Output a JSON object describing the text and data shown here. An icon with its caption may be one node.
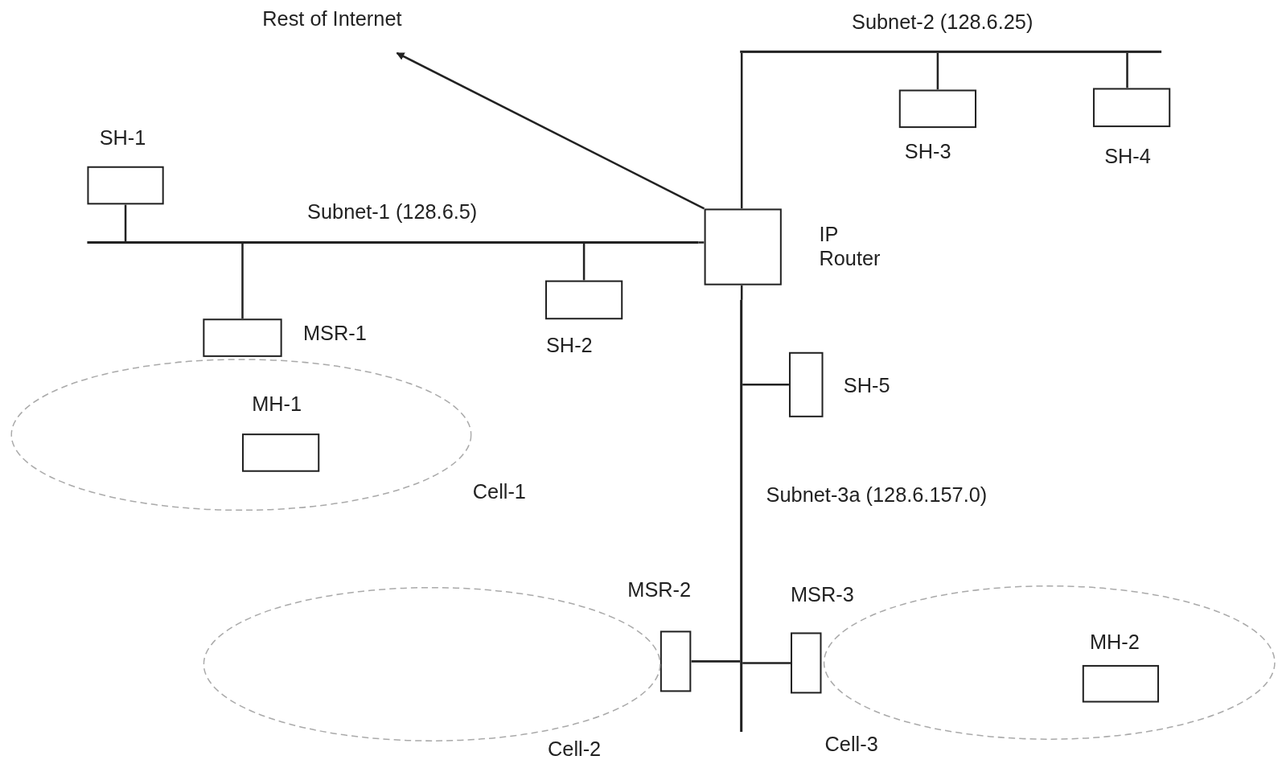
{
  "diagram": {
    "nodes": [
      {
        "text": [
          "Rest of Internet"
        ]
      },
      {
        "text": [
          "Subnet-2 (128.6.25)"
        ]
      },
      {
        "text": [
          "SH-3"
        ]
      },
      {
        "text": [
          "SH-4"
        ]
      },
      {
        "text": [
          "SH-1"
        ]
      },
      {
        "text": [
          "Subnet-1 (128.6.5)"
        ]
      },
      {
        "text": [
          "IP Router"
        ]
      },
      {
        "text": [
          "SH-2"
        ]
      },
      {
        "text": [
          "MSR-1"
        ]
      },
      {
        "text": [
          "Cell-1"
        ]
      },
      {
        "text": [
          "MH-1"
        ],
        "in": 9
      },
      {
        "text": [
          "SH-5"
        ]
      },
      {
        "text": [
          "Subnet-3a (128.6.157.0)"
        ]
      },
      {
        "text": [
          "MSR-2"
        ]
      },
      {
        "text": [
          "MSR-3"
        ]
      },
      {
        "text": [
          "Cell-2"
        ]
      },
      {
        "text": [
          "Cell-3"
        ]
      },
      {
        "text": [
          "MH-2"
        ],
        "in": 16
      }
    ],
    "edges": [
      {
        "from": 6,
        "to": 0,
        "arrow": "to"
      },
      {
        "from": 6,
        "to": 1,
        "arrow": "none"
      },
      {
        "from": 2,
        "to": 1,
        "arrow": "none"
      },
      {
        "from": 3,
        "to": 1,
        "arrow": "none"
      },
      {
        "from": 4,
        "to": 5,
        "arrow": "none"
      },
      {
        "from": 8,
        "to": 5,
        "arrow": "none"
      },
      {
        "from": 7,
        "to": 5,
        "arrow": "none"
      },
      {
        "from": 6,
        "to": 5,
        "arrow": "none"
      },
      {
        "from": 6,
        "to": 12,
        "arrow": "none"
      },
      {
        "from": 11,
        "to": 12,
        "arrow": "none"
      },
      {
        "from": 13,
        "to": 12,
        "arrow": "none"
      },
      {
        "from": 14,
        "to": 12,
        "arrow": "none"
      }
    ]
  }
}
